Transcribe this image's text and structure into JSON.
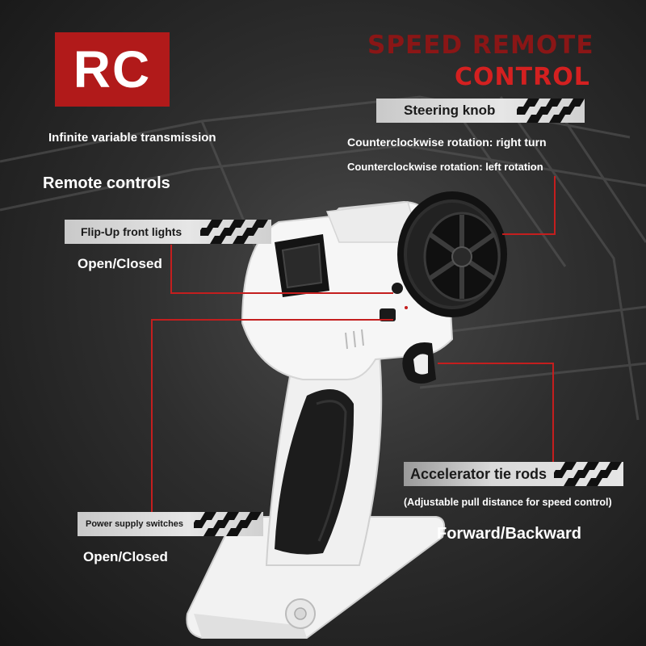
{
  "badge": {
    "text": "RC",
    "color": "#b11a1a"
  },
  "brand": {
    "line1": "SPEED REMOTE",
    "line2": "CONTROL",
    "color": "#d42020"
  },
  "left": {
    "transmission": "Infinite variable transmission",
    "remote_controls": "Remote controls"
  },
  "features": {
    "steering": {
      "label": "Steering knob",
      "line1": "Counterclockwise rotation: right turn",
      "line2": "Counterclockwise rotation: left rotation"
    },
    "lights": {
      "label": "Flip-Up front lights",
      "state": "Open/Closed"
    },
    "accelerator": {
      "label": "Accelerator tie rods",
      "note": "(Adjustable pull distance for speed control)",
      "direction": "Forward/Backward"
    },
    "power": {
      "label": "Power supply switches",
      "state": "Open/Closed"
    }
  },
  "icons": {
    "checker": "checkered-flag-icon",
    "remote": "rc-remote-controller-image"
  }
}
